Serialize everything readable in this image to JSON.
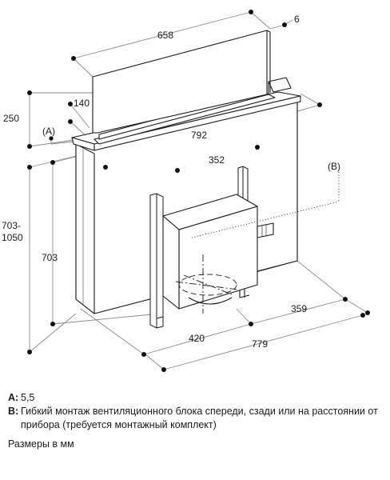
{
  "dimensions": {
    "top_width": "658",
    "top_gap": "6",
    "height_250": "250",
    "depth_140": "140",
    "marker_a": "(A)",
    "width_792": "792",
    "width_352": "352",
    "marker_b": "(B)",
    "height_range": "703-\n1050",
    "height_703": "703",
    "depth_359": "359",
    "width_420": "420",
    "width_779": "779"
  },
  "notes": [
    {
      "key": "A:",
      "text": "5,5"
    },
    {
      "key": "B:",
      "text": "Гибкий монтаж вентиляционного блока спереди, сзади или на расстоянии от прибора (требуется монтажный комплект)"
    }
  ],
  "units_note": "Размеры в мм"
}
